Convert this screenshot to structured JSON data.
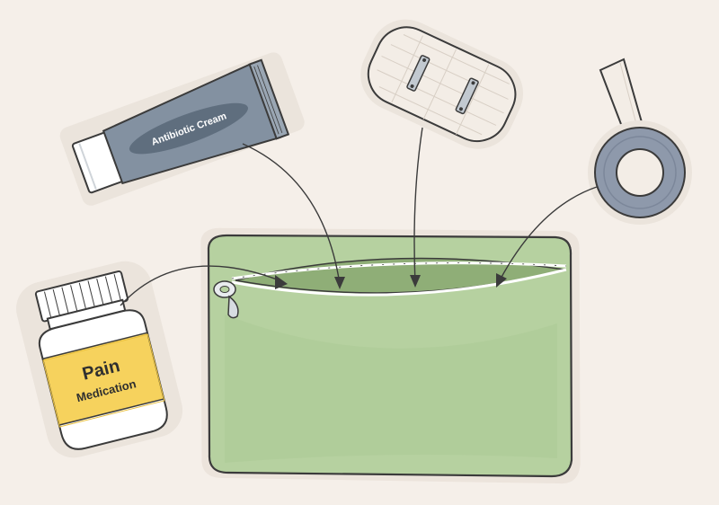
{
  "items": {
    "antibiotic_cream": {
      "label": "Antibiotic Cream"
    },
    "pain_medication": {
      "label_line1": "Pain",
      "label_line2": "Medication"
    }
  },
  "colors": {
    "background": "#f5efe9",
    "pouch_green": "#b6d1a0",
    "pouch_green_dark": "#9dbf86",
    "tube_blue_gray": "#8391a1",
    "tape_blue_gray": "#8e99ab",
    "label_yellow": "#f6d25d",
    "outline": "#3b3b3b"
  },
  "icons": [
    "antibiotic-cream-tube-icon",
    "gauze-bandage-icon",
    "medical-tape-roll-icon",
    "pain-medication-bottle-icon",
    "zipper-pouch-icon"
  ]
}
